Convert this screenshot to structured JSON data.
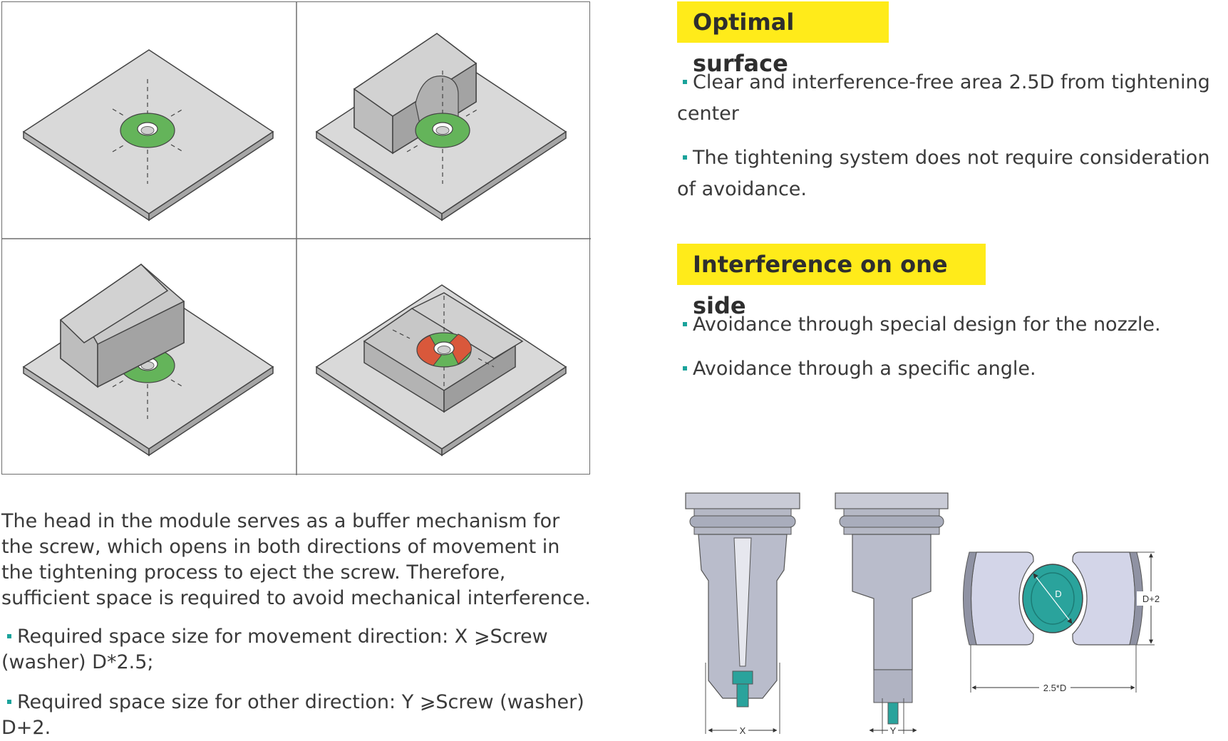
{
  "left_text": {
    "paragraph": "The head in the module serves as a buffer mechanism for the screw, which opens in both directions of movement in the tightening process to eject the screw. Therefore, sufficient space is required to avoid mechanical interference.",
    "requirement_1": "Required space size for movement direction: X ⩾Screw (washer) D*2.5;",
    "requirement_2": "Required space size for other direction: Y ⩾Screw (washer) D+2."
  },
  "optimal": {
    "heading": "Optimal surface",
    "bullets": [
      "Clear and interference-free area 2.5D from tightening center",
      "The tightening system does not require consideration of avoidance."
    ]
  },
  "interference": {
    "heading": "Interference on one side",
    "bullets": [
      "Avoidance through special design for the nozzle.",
      "Avoidance through a specific angle."
    ]
  },
  "diagram_labels": {
    "x": "X",
    "y": "Y",
    "d": "D",
    "d_plus_2": "D+2",
    "two_point_five_d": "2.5*D"
  },
  "colors": {
    "accent_yellow": "#ffeb1a",
    "bullet_teal": "#1aa39b",
    "clear_green": "#64b45a",
    "interference_red": "#d9583b",
    "plate_gray": "#d9d9d9"
  }
}
